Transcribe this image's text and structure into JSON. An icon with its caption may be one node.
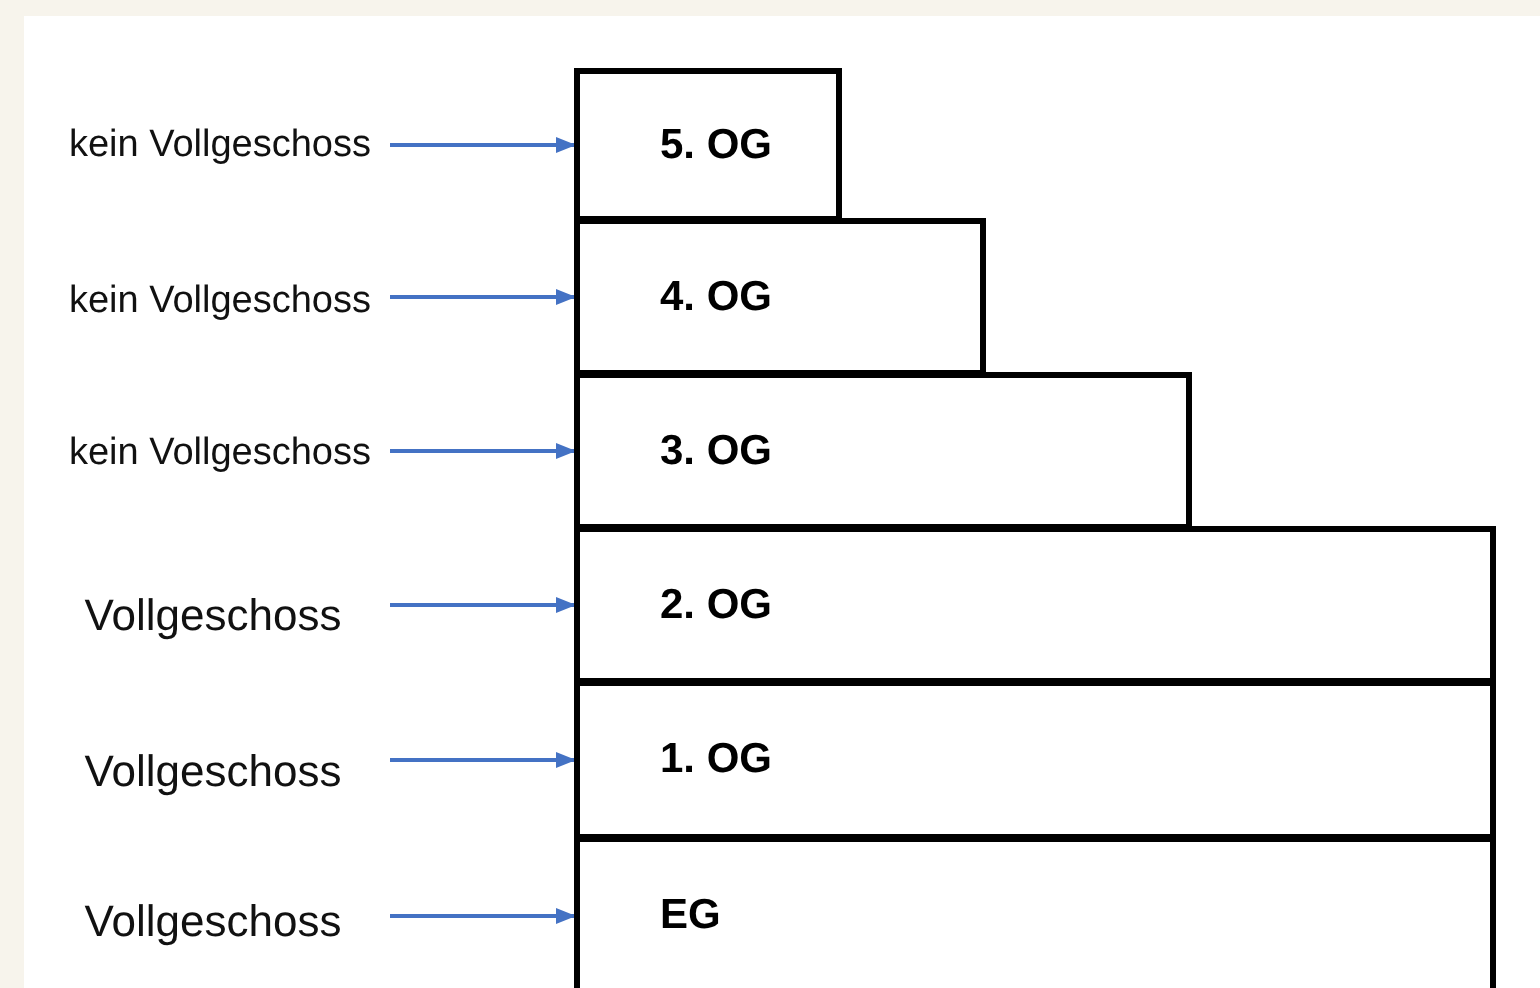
{
  "diagram": {
    "nodes": [
      {
        "text": [
          "kein Vollgeschoss"
        ]
      },
      {
        "text": [
          "5. OG"
        ]
      },
      {
        "text": [
          "kein Vollgeschoss"
        ]
      },
      {
        "text": [
          "4. OG"
        ]
      },
      {
        "text": [
          "kein Vollgeschoss"
        ]
      },
      {
        "text": [
          "3. OG"
        ]
      },
      {
        "text": [
          "Vollgeschoss"
        ]
      },
      {
        "text": [
          "2. OG"
        ]
      },
      {
        "text": [
          "Vollgeschoss"
        ]
      },
      {
        "text": [
          "1. OG"
        ]
      },
      {
        "text": [
          "Vollgeschoss"
        ]
      },
      {
        "text": [
          "EG"
        ]
      }
    ],
    "edges": [
      {
        "from": 0,
        "to": 1,
        "arrow": "to"
      },
      {
        "from": 2,
        "to": 3,
        "arrow": "to"
      },
      {
        "from": 4,
        "to": 5,
        "arrow": "to"
      },
      {
        "from": 6,
        "to": 7,
        "arrow": "to"
      },
      {
        "from": 8,
        "to": 9,
        "arrow": "to"
      },
      {
        "from": 10,
        "to": 11,
        "arrow": "to"
      }
    ]
  }
}
